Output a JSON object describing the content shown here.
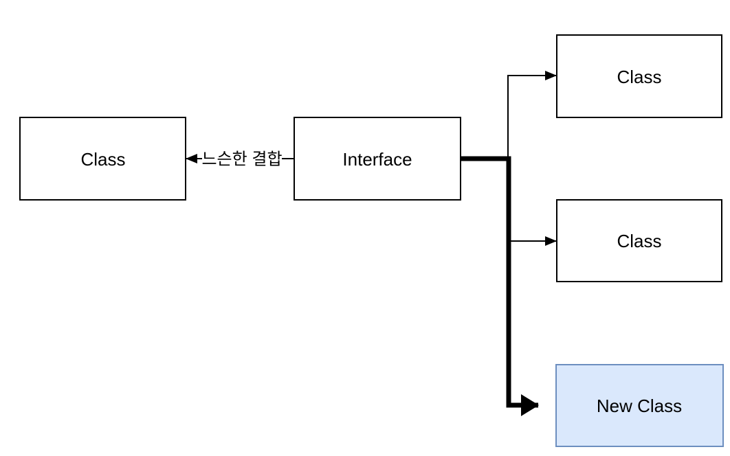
{
  "diagram": {
    "nodes": [
      {
        "id": "class-left",
        "label": "Class"
      },
      {
        "id": "interface",
        "label": "Interface"
      },
      {
        "id": "class-top",
        "label": "Class"
      },
      {
        "id": "class-middle",
        "label": "Class"
      },
      {
        "id": "new-class",
        "label": "New Class"
      }
    ],
    "edges": [
      {
        "id": "interface-to-class-left",
        "label": "느슨한 결합",
        "style": "thin-arrow-left"
      },
      {
        "id": "interface-to-class-top",
        "style": "thin-arrow-right"
      },
      {
        "id": "interface-to-class-middle",
        "style": "thin-arrow-right"
      },
      {
        "id": "interface-to-new-class",
        "style": "thick-arrow-right"
      }
    ],
    "colors": {
      "background": "#ffffff",
      "node_fill": "#ffffff",
      "node_border": "#000000",
      "highlight_fill": "#dae8fc",
      "highlight_border": "#6c8ebf",
      "line": "#000000",
      "text": "#000000"
    }
  }
}
